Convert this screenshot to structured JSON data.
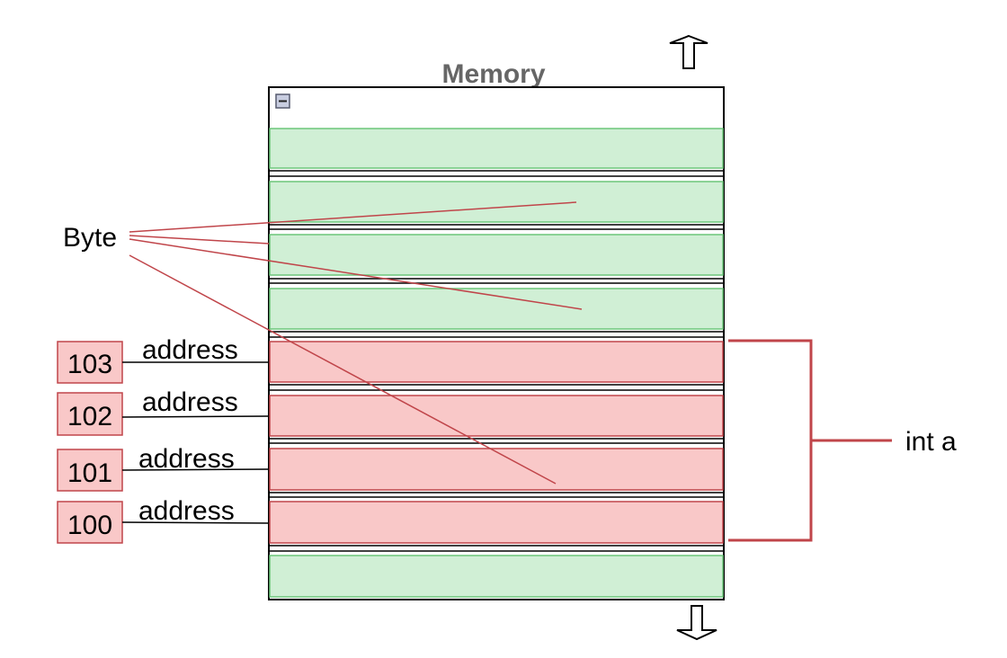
{
  "title": "Memory",
  "byte_label": "Byte",
  "int_label": "int a",
  "address_label": "address",
  "addresses": [
    "103",
    "102",
    "101",
    "100"
  ],
  "colors": {
    "green_fill": "#d0efd5",
    "green_stroke": "#6cc57a",
    "red_fill": "#f9c8c8",
    "red_stroke": "#c0454a",
    "pointer_line": "#c0454a",
    "title_text": "#666666"
  },
  "icons": {
    "collapse": "collapse-icon",
    "up": "up-arrow-icon",
    "down": "down-arrow-icon"
  }
}
